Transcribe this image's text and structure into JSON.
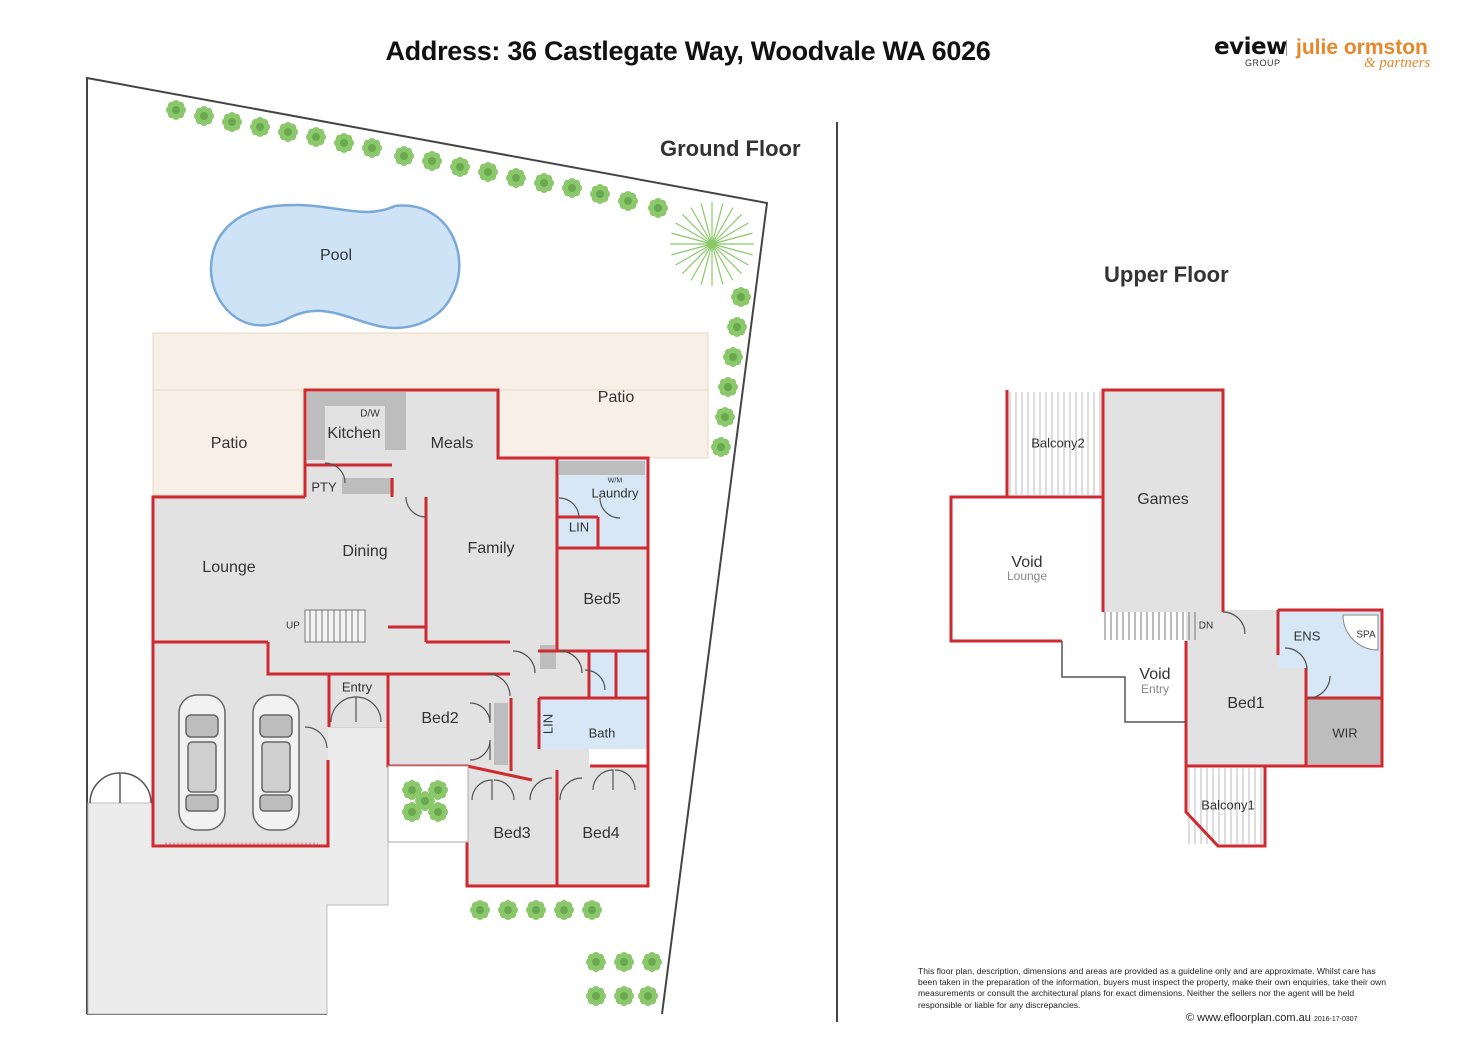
{
  "header": {
    "address": "Address: 36 Castlegate Way, Woodvale WA 6026"
  },
  "logo": {
    "eview": "eview",
    "group": "GROUP",
    "julie_ormston": "julie ormston",
    "partners": "& partners",
    "accent_color": "#e8862a"
  },
  "ground_floor": {
    "title": "Ground Floor",
    "labels": {
      "pool": "Pool",
      "patio_left": "Patio",
      "patio_right": "Patio",
      "kitchen": "Kitchen",
      "dw": "D/W",
      "meals": "Meals",
      "pty": "PTY",
      "wm": "W/M",
      "laundry": "Laundry",
      "lin_laundry": "LIN",
      "lounge": "Lounge",
      "dining": "Dining",
      "family": "Family",
      "bed5": "Bed5",
      "up": "UP",
      "entry": "Entry",
      "bed2": "Bed2",
      "lin_hall": "LIN",
      "bath": "Bath",
      "bed3": "Bed3",
      "bed4": "Bed4"
    }
  },
  "upper_floor": {
    "title": "Upper Floor",
    "labels": {
      "balcony2": "Balcony2",
      "games": "Games",
      "void_lounge": "Void",
      "void_lounge_sub": "Lounge",
      "dn": "DN",
      "ens": "ENS",
      "spa": "SPA",
      "void_entry": "Void",
      "void_entry_sub": "Entry",
      "bed1": "Bed1",
      "wir": "WIR",
      "balcony1": "Balcony1"
    }
  },
  "footer": {
    "disclaimer": "This floor plan, description, dimensions and areas are provided as a guideline only and are approximate. Whilst care has been taken in the preparation of the information, buyers must inspect the property, make their own enquiries, take their own measurements or consult the architectural plans for exact dimensions. Neither the sellers nor the agent will be held responsible or liable for any discrepancies.",
    "credit": "© www.efloorplan.com.au",
    "code": "2016-17-0307"
  },
  "colors": {
    "wall": "#cf2a30",
    "room_fill": "#e2e2e2",
    "patio_fill": "#f8f0e6",
    "pool_fill": "#cfe3f7",
    "pool_stroke": "#7aa9d9",
    "wet_fill": "#d7e7f5",
    "tree": "#8bc86b"
  }
}
